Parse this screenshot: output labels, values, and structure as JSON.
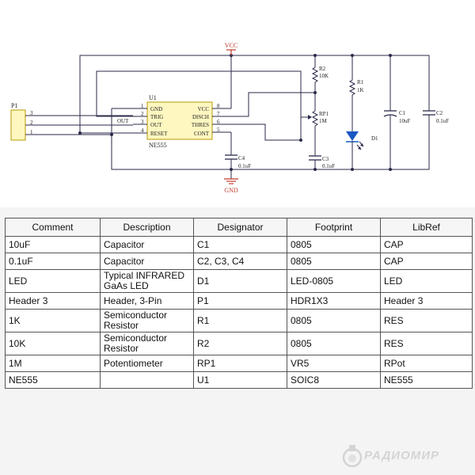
{
  "schematic": {
    "vcc_label": "VCC",
    "gnd_label": "GND",
    "p1": {
      "ref": "P1",
      "pins": [
        "3",
        "2",
        "1"
      ]
    },
    "u1": {
      "ref": "U1",
      "part": "NE555",
      "left_pins": [
        {
          "num": "1",
          "name": "GND"
        },
        {
          "num": "2",
          "name": "TRIG"
        },
        {
          "num": "3",
          "name": "OUT"
        },
        {
          "num": "4",
          "name": "RESET"
        }
      ],
      "right_pins": [
        {
          "num": "8",
          "name": "VCC"
        },
        {
          "num": "7",
          "name": "DISCH"
        },
        {
          "num": "6",
          "name": "THRES"
        },
        {
          "num": "5",
          "name": "CONT"
        }
      ]
    },
    "net_out_label": "OUT",
    "r2": {
      "ref": "R2",
      "value": "10K"
    },
    "rp1": {
      "ref": "RP1",
      "value": "1M"
    },
    "r1": {
      "ref": "R1",
      "value": "1K"
    },
    "d1": {
      "ref": "D1"
    },
    "c1": {
      "ref": "C1",
      "value": "10uF"
    },
    "c2": {
      "ref": "C2",
      "value": "0.1uF"
    },
    "c3": {
      "ref": "C3",
      "value": "0.1uF"
    },
    "c4": {
      "ref": "C4",
      "value": "0.1uF"
    }
  },
  "bom": {
    "headers": [
      "Comment",
      "Description",
      "Designator",
      "Footprint",
      "LibRef"
    ],
    "rows": [
      [
        "10uF",
        "Capacitor",
        "C1",
        "0805",
        "CAP"
      ],
      [
        "0.1uF",
        "Capacitor",
        "C2, C3, C4",
        "0805",
        "CAP"
      ],
      [
        "LED",
        "Typical INFRARED GaAs LED",
        "D1",
        "LED-0805",
        "LED"
      ],
      [
        "Header 3",
        "Header, 3-Pin",
        "P1",
        "HDR1X3",
        "Header 3"
      ],
      [
        "1K",
        "Semiconductor Resistor",
        "R1",
        "0805",
        "RES"
      ],
      [
        "10K",
        "Semiconductor Resistor",
        "R2",
        "0805",
        "RES"
      ],
      [
        "1M",
        "Potentiometer",
        "RP1",
        "VR5",
        "RPot"
      ],
      [
        "NE555",
        "",
        "U1",
        "SOIC8",
        "NE555"
      ]
    ]
  },
  "watermark": {
    "text": "РАДИОМИР"
  },
  "colors": {
    "wire": "#2a2a4a",
    "power": "#c0392b",
    "connector_fill": "#fff7c0",
    "connector_stroke": "#b89a00",
    "led_fill": "#1a57c2"
  }
}
